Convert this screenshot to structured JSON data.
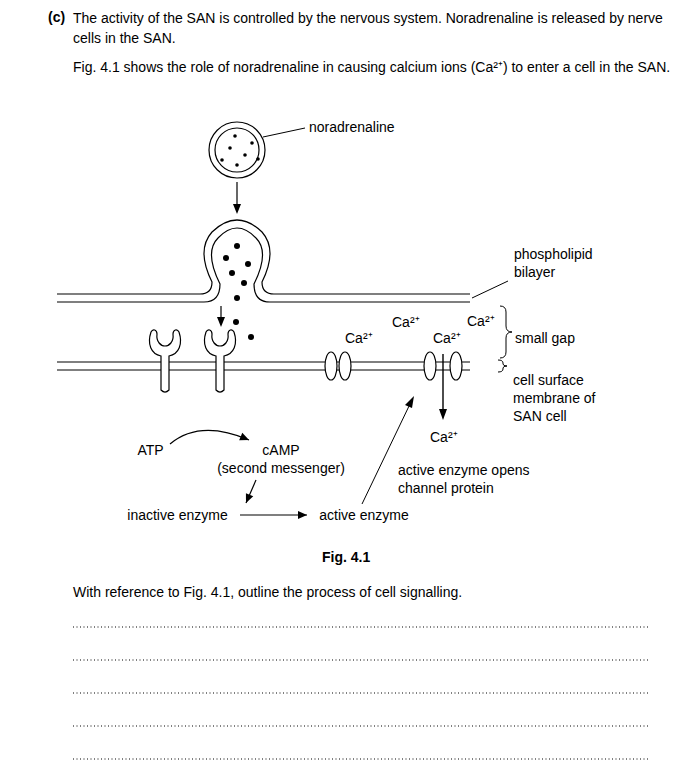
{
  "diagram": {
    "caption": "Fig. 4.1",
    "nodes": [
      {
        "text": [
          "ATP"
        ]
      },
      {
        "text": [
          "cAMP",
          "(second messenger)"
        ]
      },
      {
        "text": [
          "inactive enzyme"
        ]
      },
      {
        "text": [
          "active enzyme"
        ]
      }
    ],
    "edges": [
      {
        "from": 0,
        "to": 1,
        "arrow": "to"
      },
      {
        "from": 1,
        "to": 2,
        "arrow": "to"
      },
      {
        "from": 2,
        "to": 3,
        "arrow": "to"
      }
    ],
    "labels": [
      "(c)",
      "The activity of the SAN is controlled by the nervous system. Noradrenaline is released by nerve cells in the SAN.",
      "Fig. 4.1 shows the role of noradrenaline in causing calcium ions (Ca²⁺) to enter a cell in the SAN.",
      "noradrenaline",
      "phospholipid bilayer",
      "Ca²⁺",
      "Ca²⁺",
      "Ca²⁺",
      "Ca²⁺",
      "small gap",
      "cell surface membrane of SAN cell",
      "Ca²⁺",
      "active enzyme opens channel protein",
      "With reference to Fig. 4.1, outline the process of cell signalling."
    ]
  }
}
